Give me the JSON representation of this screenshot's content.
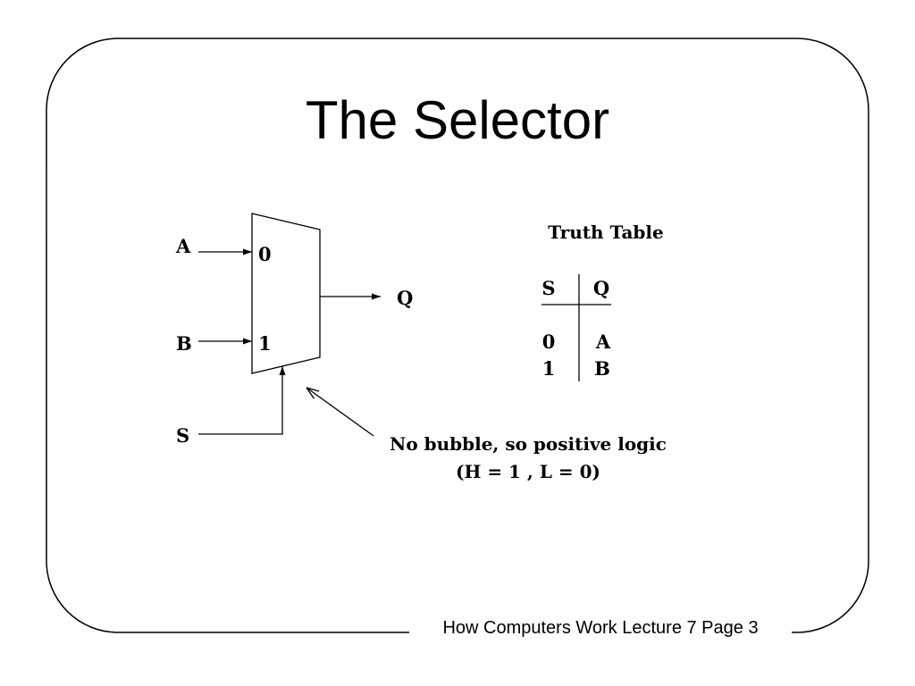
{
  "slide": {
    "title": "The Selector",
    "footer": "How Computers Work Lecture 7 Page 3"
  },
  "diagram": {
    "inputs": {
      "a_label": "A",
      "b_label": "B",
      "s_label": "S",
      "port_0": "0",
      "port_1": "1"
    },
    "output_label": "Q",
    "note_line1": "No bubble, so positive logic",
    "note_line2": "(H = 1 , L = 0)"
  },
  "truth_table": {
    "title": "Truth Table",
    "headers": [
      "S",
      "Q"
    ],
    "rows": [
      [
        "0",
        "A"
      ],
      [
        "1",
        "B"
      ]
    ]
  }
}
